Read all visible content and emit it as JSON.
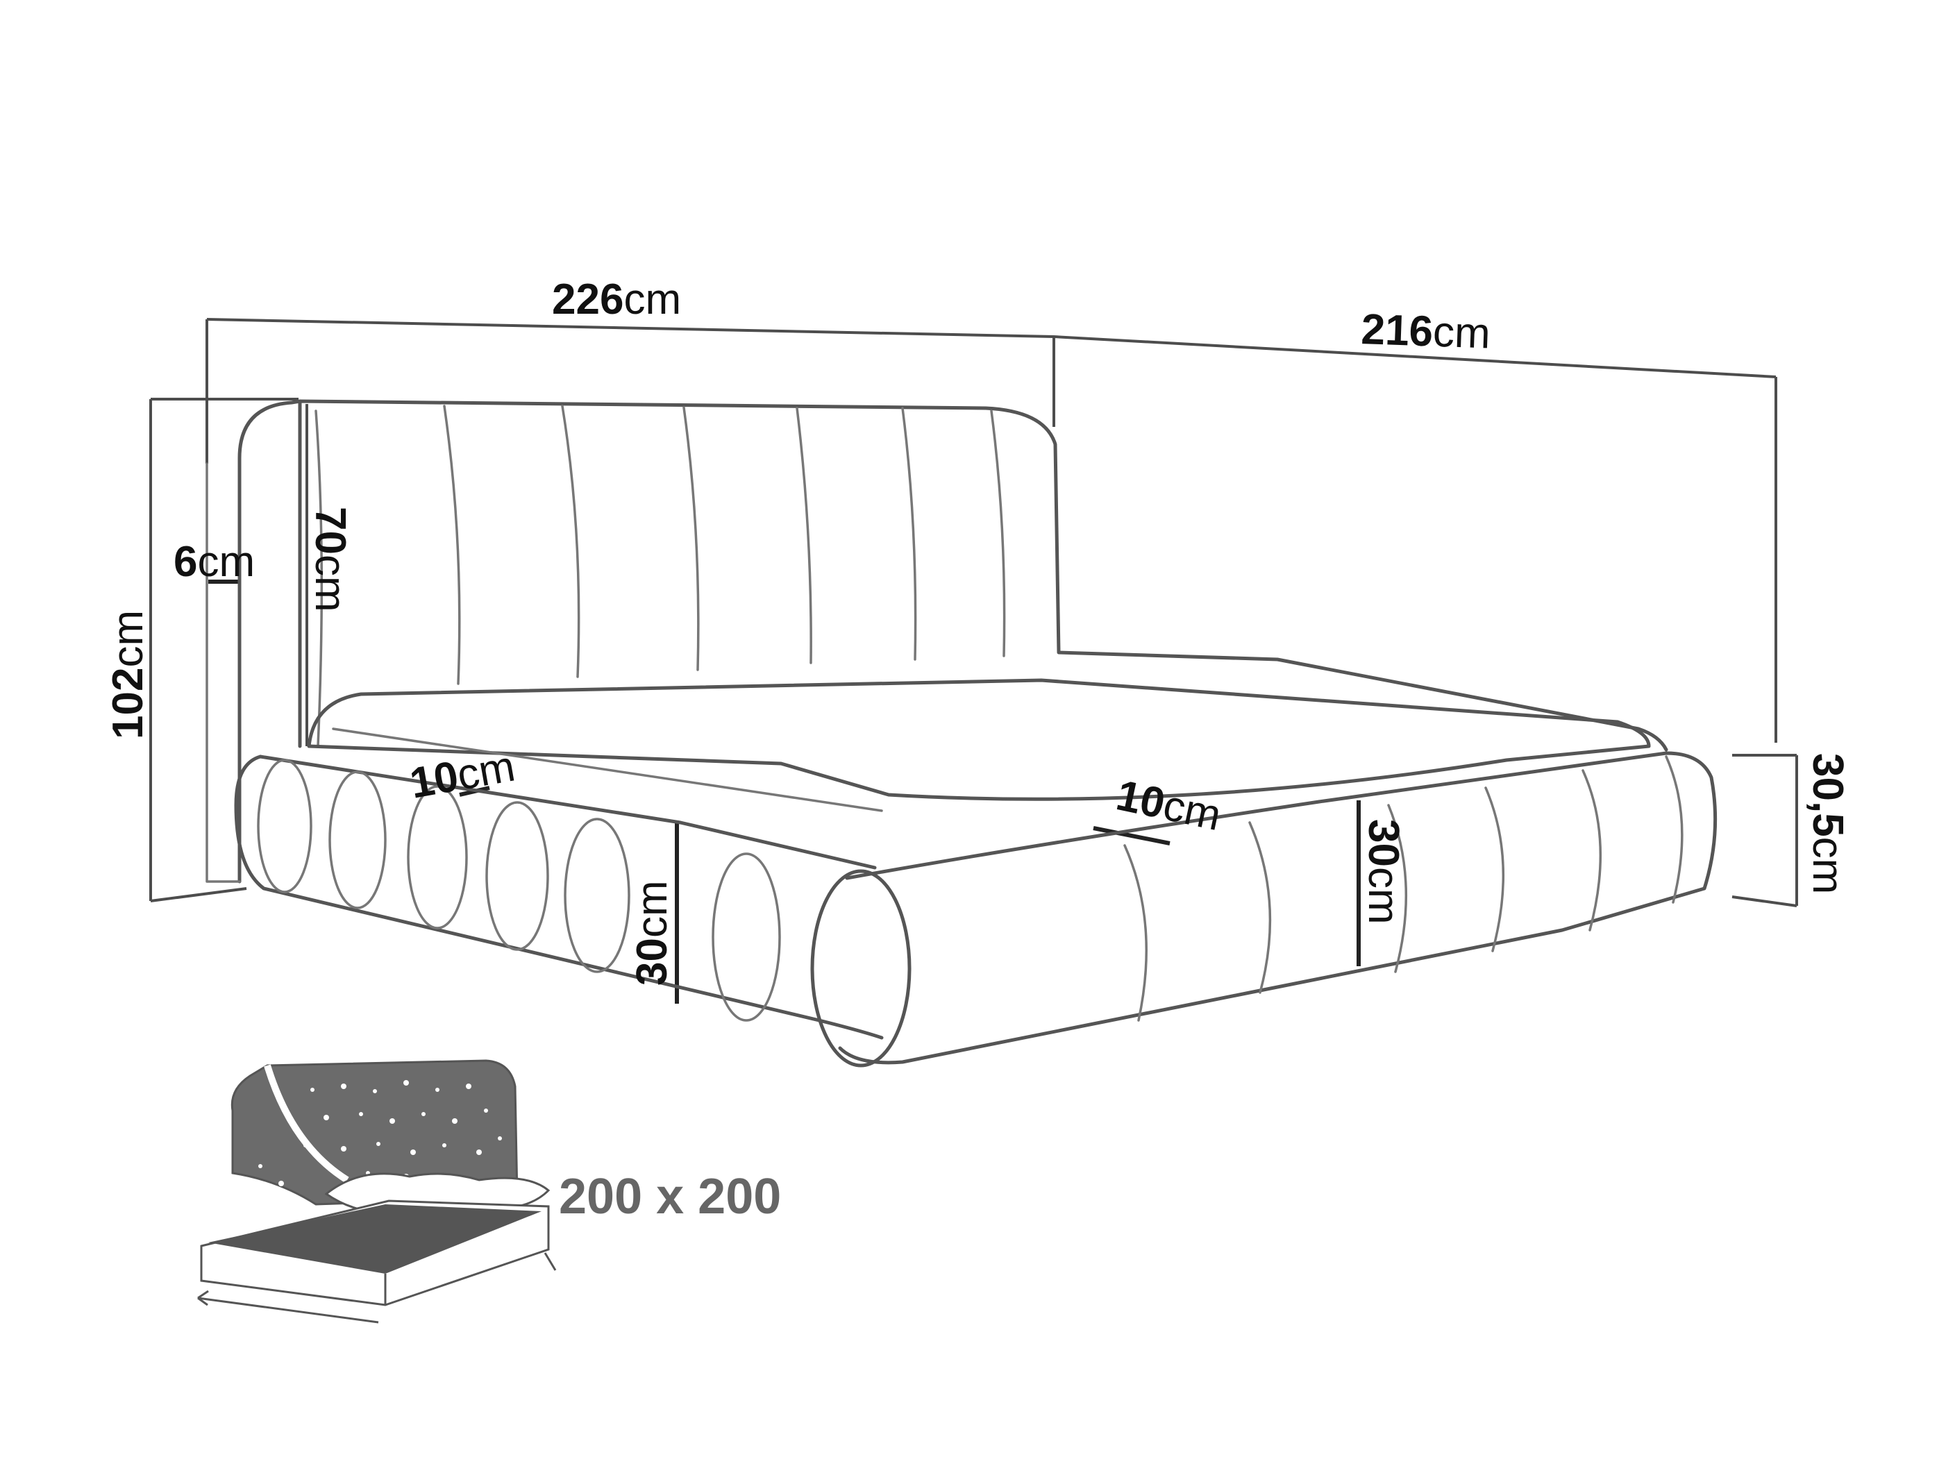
{
  "dimensions": {
    "length": {
      "value": "226",
      "unit": "cm"
    },
    "width": {
      "value": "216",
      "unit": "cm"
    },
    "total_height": {
      "value": "102",
      "unit": "cm"
    },
    "headboard_height": {
      "value": "70",
      "unit": "cm"
    },
    "headboard_thickness": {
      "value": "6",
      "unit": "cm"
    },
    "side_roll_left": {
      "value": "10",
      "unit": "cm"
    },
    "side_roll_front": {
      "value": "10",
      "unit": "cm"
    },
    "frame_height_left": {
      "value": "30",
      "unit": "cm"
    },
    "frame_height_front": {
      "value": "30",
      "unit": "cm"
    },
    "frame_height_right": {
      "value": "30,5",
      "unit": "cm"
    }
  },
  "mattress_size": {
    "label": "200 x 200"
  },
  "icons": {
    "main": "upholstered-bed-outline",
    "thumbnail": "bed-starry-headboard-icon"
  },
  "colors": {
    "outline": "#555555",
    "dimension_text": "#111111",
    "size_text": "#666666",
    "thumbnail_fill": "#6b6b6b"
  }
}
